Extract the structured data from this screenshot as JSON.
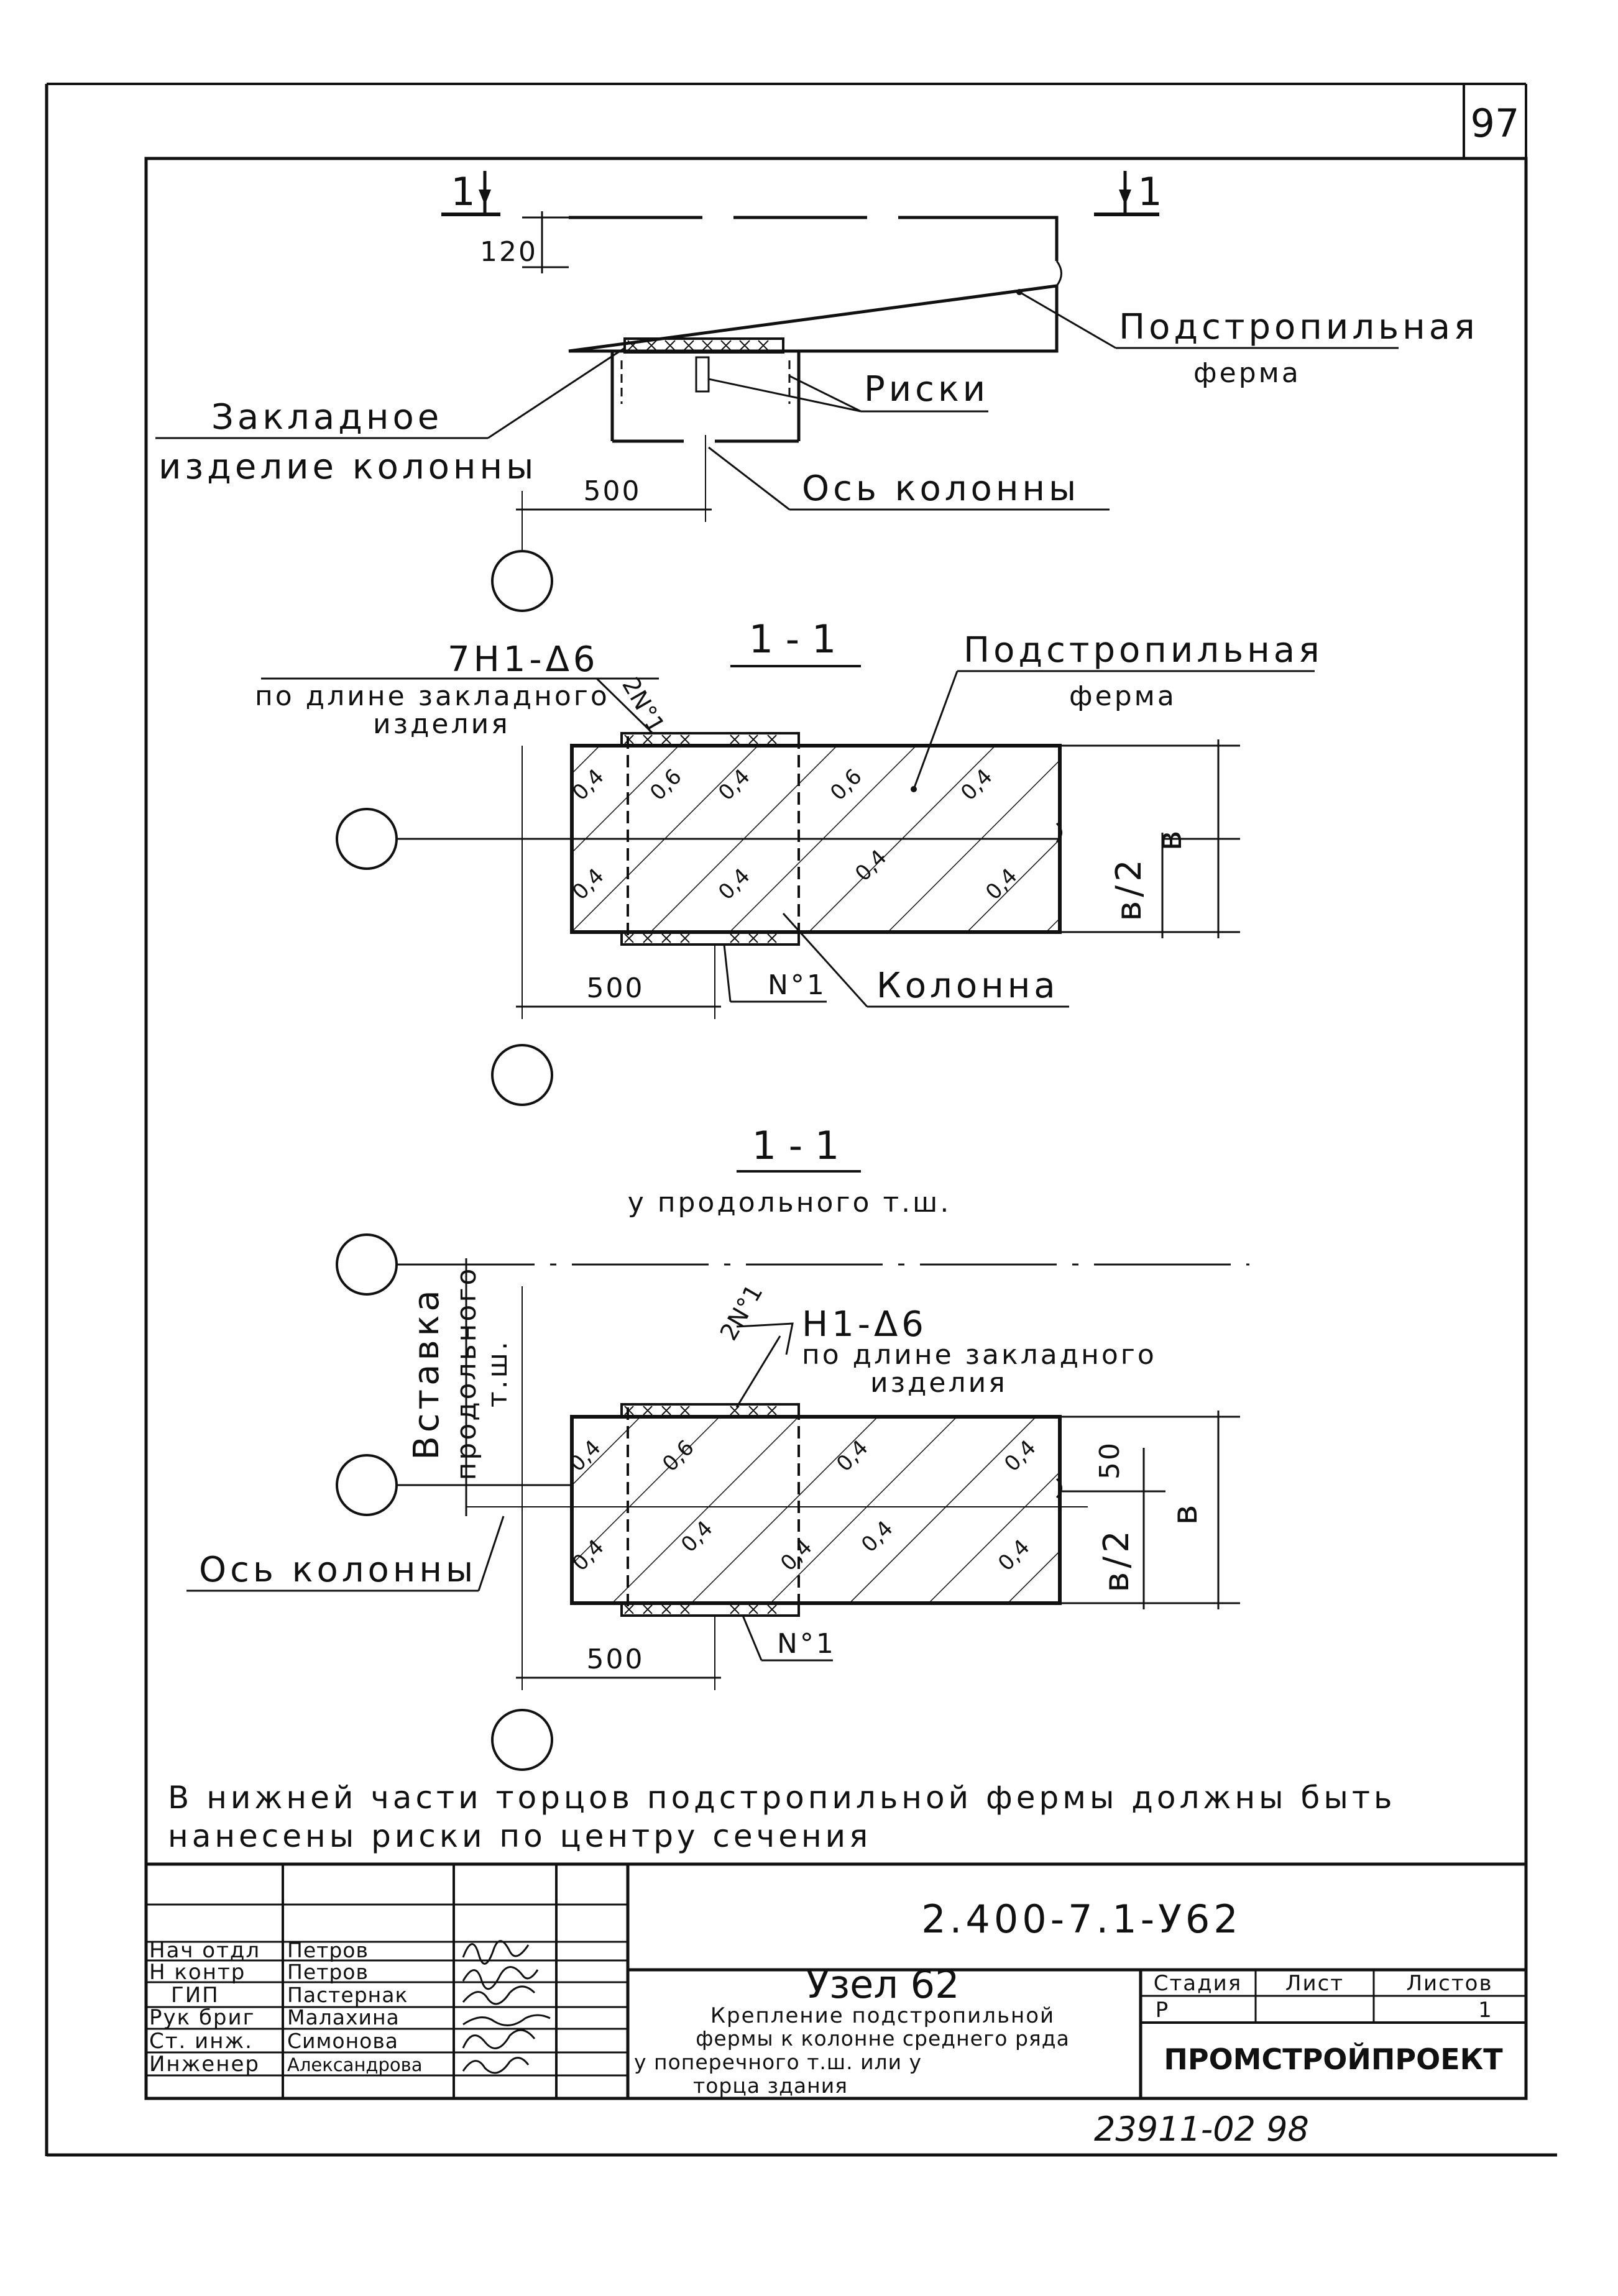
{
  "page_number": "97",
  "section_mark": "1",
  "top_view": {
    "truss_label_1": "Подстропильная",
    "truss_label_2": "ферма",
    "dim_120": "120",
    "risks_label": "Риски",
    "embed_label_1": "Закладное",
    "embed_label_2": "изделие колонны",
    "dim_500": "500",
    "axis_label": "Ось колонны"
  },
  "section_a": {
    "title": "1 - 1",
    "weld_label": "7Н1-Δ6",
    "weld_note_1": "по длине закладного",
    "weld_note_2": "изделия",
    "part_mark": "2N°1",
    "truss_label_1": "Подстропильная",
    "truss_label_2": "ферма",
    "dim_b": "в",
    "dim_b2": "в/2",
    "dim_500": "500",
    "part_no": "N°1",
    "column_label": "Колонна",
    "hatch_marks": [
      "0,4",
      "0,6",
      "0,4",
      "0,6",
      "0,4",
      "0,4",
      "0,4",
      "0,4",
      "0,4"
    ]
  },
  "section_b": {
    "title": "1 - 1",
    "subtitle": "у продольного т.ш.",
    "insert_label_1": "Вставка",
    "insert_label_2": "продольного",
    "insert_label_3": "т.ш.",
    "weld_label": "Н1-Δ6",
    "weld_note_1": "по длине закладного",
    "weld_note_2": "изделия",
    "part_mark": "2N°1",
    "dim_50": "50",
    "dim_b": "в",
    "dim_b2": "в/2",
    "axis_label": "Ось колонны",
    "dim_500": "500",
    "part_no": "N°1",
    "hatch_marks": [
      "0,4",
      "0,6",
      "0,4",
      "0,4",
      "0,4",
      "0,4",
      "0,4",
      "0,4",
      "0,4"
    ]
  },
  "note_1": "В нижней части торцов подстропильной фермы должны быть",
  "note_2": "нанесены риски по центру сечения",
  "title_block": {
    "doc_code": "2.400-7.1-У62",
    "roles": [
      "Нач отдл",
      "Н контр",
      "ГИП",
      "Рук бриг",
      "Ст. инж.",
      "Инженер"
    ],
    "names": [
      "Петров",
      "Петров",
      "Пастернак",
      "Малахина",
      "Симонова",
      "Александрова"
    ],
    "title_1": "Узел 62",
    "title_2": "Крепление подстропильной",
    "title_3": "фермы к колонне среднего ряда",
    "title_4": "у поперечного т.ш. или у",
    "title_5": "торца здания",
    "stage_h": "Стадия",
    "sheet_h": "Лист",
    "sheets_h": "Листов",
    "stage": "Р",
    "sheet": "",
    "sheets": "1",
    "org": "ПРОМСТРОЙПРОЕКТ"
  },
  "archive_no": "23911-02 98"
}
